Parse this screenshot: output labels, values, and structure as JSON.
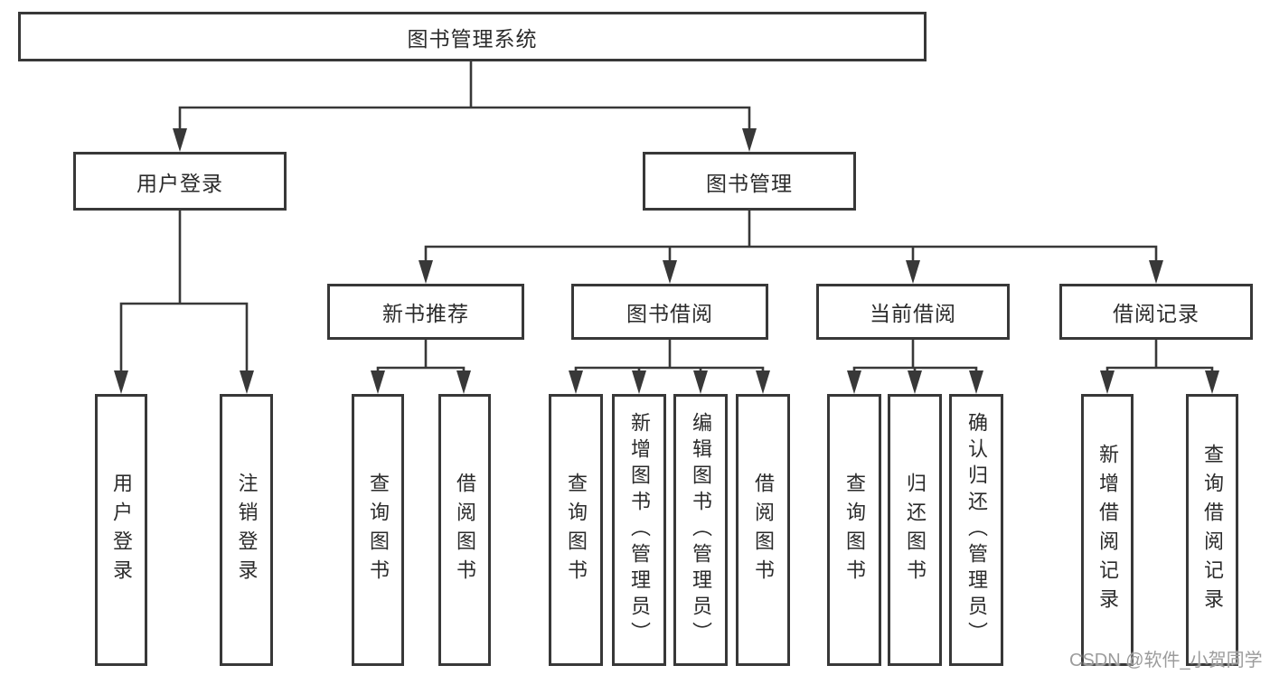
{
  "diagram_type": "function-structure-tree",
  "colors": {
    "background": "#ffffff",
    "line": "#383838",
    "text": "#2b2b2b",
    "watermark_text": "#9c9c9c"
  },
  "tree": {
    "root": {
      "label": "图书管理系统",
      "children": [
        {
          "label": "用户登录",
          "children": [
            {
              "label": "用户登录"
            },
            {
              "label": "注销登录"
            }
          ]
        },
        {
          "label": "图书管理",
          "children": [
            {
              "label": "新书推荐",
              "children": [
                {
                  "label": "查询图书"
                },
                {
                  "label": "借阅图书"
                }
              ]
            },
            {
              "label": "图书借阅",
              "children": [
                {
                  "label": "查询图书"
                },
                {
                  "label": "新增图书（管理员）"
                },
                {
                  "label": "编辑图书（管理员）"
                },
                {
                  "label": "借阅图书"
                }
              ]
            },
            {
              "label": "当前借阅",
              "children": [
                {
                  "label": "查询图书"
                },
                {
                  "label": "归还图书"
                },
                {
                  "label": "确认归还（管理员）"
                }
              ]
            },
            {
              "label": "借阅记录",
              "children": [
                {
                  "label": "新增借阅记录"
                },
                {
                  "label": "查询借阅记录"
                }
              ]
            }
          ]
        }
      ]
    }
  },
  "watermark": {
    "text": "CSDN @软件_小贺同学"
  }
}
